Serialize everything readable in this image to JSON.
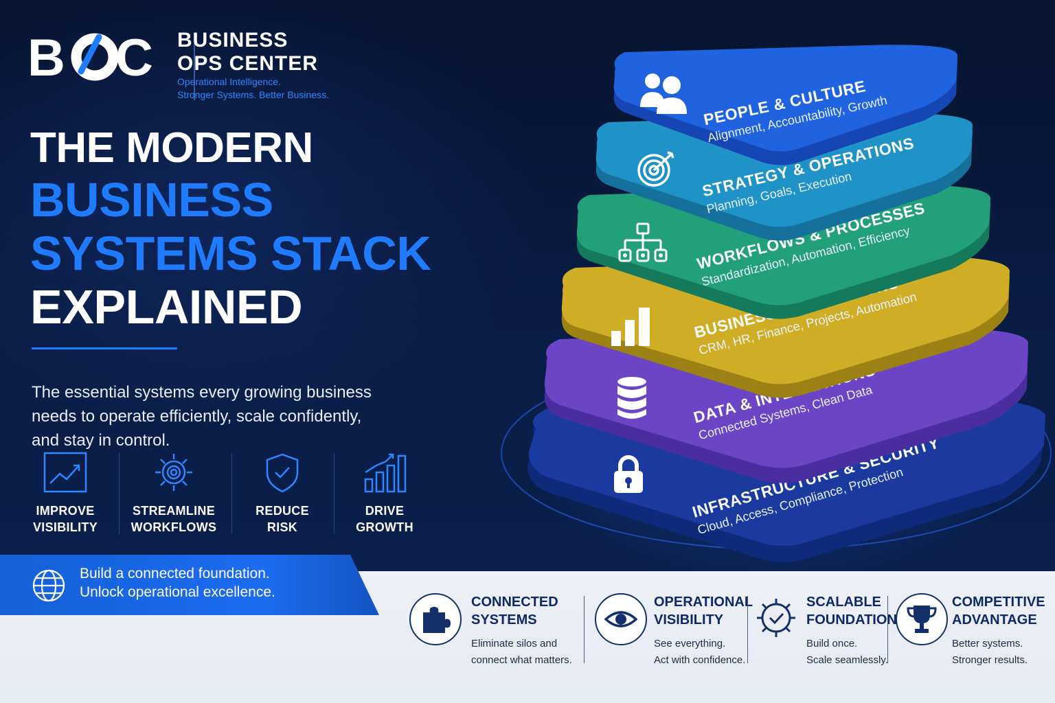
{
  "brand": {
    "logo_text": "BOC",
    "name_line1": "BUSINESS",
    "name_line2": "OPS CENTER",
    "tagline_line1": "Operational Intelligence.",
    "tagline_line2": "Stronger Systems. Better Business."
  },
  "headline": {
    "line1": "THE MODERN",
    "line2": "BUSINESS",
    "line3": "SYSTEMS STACK",
    "line4": "EXPLAINED"
  },
  "subtitle": "The essential systems every growing business needs to operate efficiently, scale confidently, and stay in control.",
  "benefits": [
    {
      "label": "IMPROVE\nVISIBILITY",
      "icon": "trend-chart-icon"
    },
    {
      "label": "STREAMLINE\nWORKFLOWS",
      "icon": "gear-icon"
    },
    {
      "label": "REDUCE\nRISK",
      "icon": "shield-check-icon"
    },
    {
      "label": "DRIVE\nGROWTH",
      "icon": "growth-bars-icon"
    }
  ],
  "cta": {
    "line1": "Build a connected foundation.",
    "line2": "Unlock operational excellence.",
    "icon": "globe-icon"
  },
  "stack_layers": [
    {
      "title": "PEOPLE & CULTURE",
      "subtitle": "Alignment, Accountability, Growth",
      "icon": "people-icon",
      "color": "#1f63e0"
    },
    {
      "title": "STRATEGY & OPERATIONS",
      "subtitle": "Planning, Goals, Execution",
      "icon": "target-icon",
      "color": "#1e8fc8"
    },
    {
      "title": "WORKFLOWS & PROCESSES",
      "subtitle": "Standardization, Automation, Efficiency",
      "icon": "org-chart-icon",
      "color": "#1f9a72"
    },
    {
      "title": "BUSINESS APPLICATIONS",
      "subtitle": "CRM, HR, Finance, Projects, Automation",
      "icon": "bar-chart-icon",
      "color": "#c9a820"
    },
    {
      "title": "DATA & INTEGRATIONS",
      "subtitle": "Connected Systems, Clean Data",
      "icon": "database-icon",
      "color": "#6a44c4"
    },
    {
      "title": "INFRASTRUCTURE & SECURITY",
      "subtitle": "Cloud, Access, Compliance, Protection",
      "icon": "padlock-icon",
      "color": "#1d3b9c"
    }
  ],
  "features": [
    {
      "title": "CONNECTED\nSYSTEMS",
      "desc": "Eliminate silos and\nconnect what matters.",
      "icon": "puzzle-icon"
    },
    {
      "title": "OPERATIONAL\nVISIBILITY",
      "desc": "See everything.\nAct with confidence.",
      "icon": "eye-icon"
    },
    {
      "title": "SCALABLE\nFOUNDATION",
      "desc": "Build once.\nScale seamlessly.",
      "icon": "gear-check-icon"
    },
    {
      "title": "COMPETITIVE\nADVANTAGE",
      "desc": "Better systems.\nStronger results.",
      "icon": "trophy-icon"
    }
  ],
  "colors": {
    "navy": "#071634",
    "accent_blue": "#1f7bff",
    "feature_text": "#0e2a66"
  }
}
